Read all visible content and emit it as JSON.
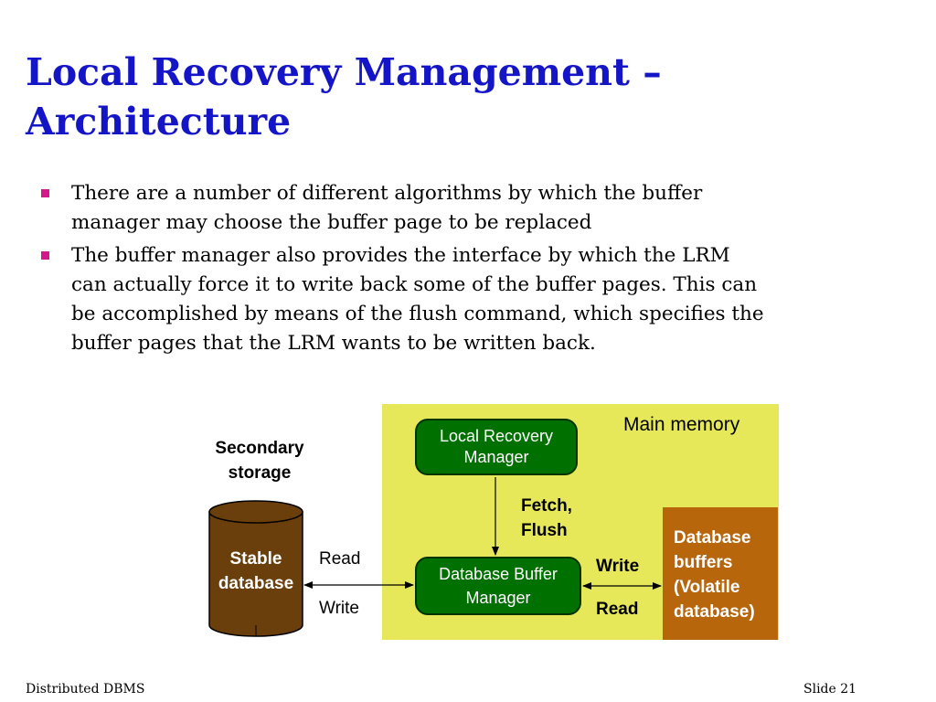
{
  "title": {
    "line1": "Local Recovery Management –",
    "line2": "Architecture"
  },
  "bullets": [
    {
      "lines": [
        "There are a number of different algorithms by which the buffer",
        "manager may choose the buffer page to be replaced"
      ]
    },
    {
      "lines": [
        "The buffer manager also provides the interface by which the LRM",
        "can actually force it to write back some of the buffer pages. This can",
        "be accomplished by means of the flush command, which specifies the",
        "buffer pages that the LRM wants to be written back."
      ]
    }
  ],
  "diagram": {
    "main_memory": "Main memory",
    "lrm": {
      "line1": "Local Recovery",
      "line2": "Manager"
    },
    "buffer_manager": {
      "line1": "Database Buffer",
      "line2": "Manager"
    },
    "buffers": {
      "line1": "Database",
      "line2": "buffers",
      "line3": "(Volatile",
      "line4": "database)"
    },
    "secondary_storage": {
      "line1": "Secondary",
      "line2": "storage"
    },
    "stable_db": {
      "line1": "Stable",
      "line2": "database"
    },
    "fetch_flush": {
      "line1": "Fetch,",
      "line2": "Flush"
    },
    "left_read": "Read",
    "left_write": "Write",
    "right_write": "Write",
    "right_read": "Read"
  },
  "colors": {
    "title": "#1515c8",
    "bullet_marker": "#d4188c",
    "main_memory_bg": "#e7e75a",
    "manager_box": "#007000",
    "buffers_box": "#b8660b",
    "cylinder": "#6b3f0c"
  },
  "footer": {
    "left": "Distributed DBMS",
    "right": "Slide 21"
  }
}
